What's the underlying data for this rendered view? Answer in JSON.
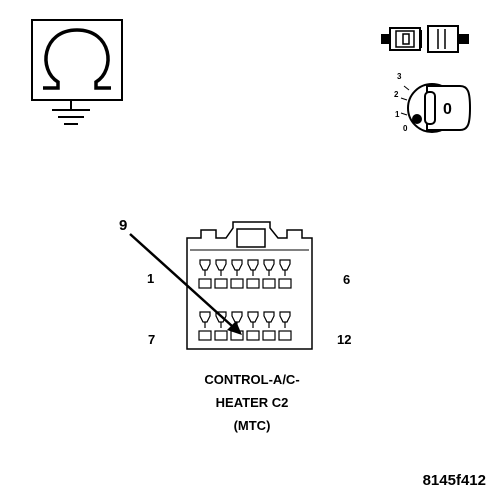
{
  "diagram": {
    "pin_callout": "9",
    "pin_row1_start": "1",
    "pin_row1_end": "6",
    "pin_row2_start": "7",
    "pin_row2_end": "12",
    "caption_line1": "CONTROL-A/C-",
    "caption_line2": "HEATER C2",
    "caption_line3": "(MTC)",
    "figure_id": "8145f412",
    "ignition_positions": [
      "3",
      "2",
      "1",
      "0"
    ],
    "key_label": "0"
  },
  "icons": [
    "ohmmeter-ground-icon",
    "connector-disconnect-icon",
    "ignition-key-icon"
  ]
}
